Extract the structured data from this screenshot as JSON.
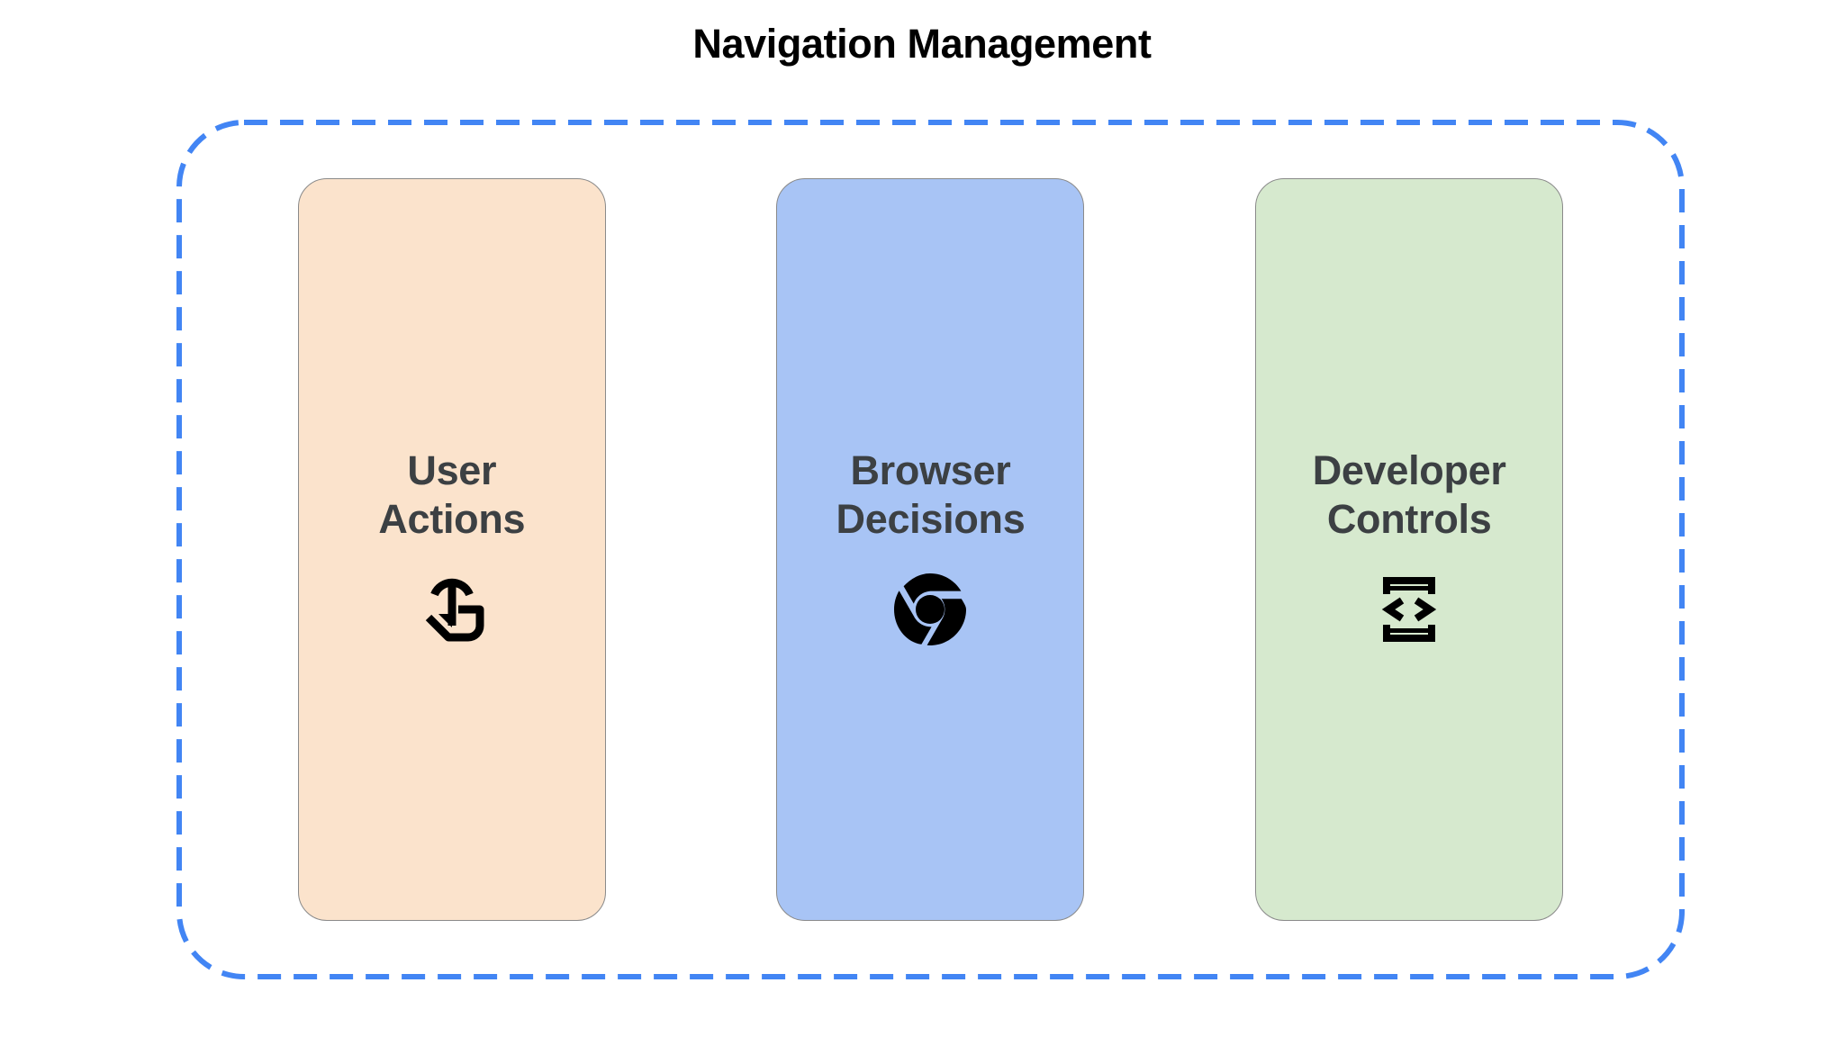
{
  "title": "Navigation Management",
  "colors": {
    "page_background": "#ffffff",
    "title_text": "#000000",
    "container_dash": "#4285f4",
    "card_label_text": "#3c4043",
    "card_border": "#8a8a8a",
    "icon": "#000000"
  },
  "container": {
    "border_style": "dashed",
    "border_color": "#4285f4"
  },
  "cards": [
    {
      "label": "User\nActions",
      "background": "#fbe3cc",
      "icon_name": "touch-app-icon"
    },
    {
      "label": "Browser\nDecisions",
      "background": "#a8c4f5",
      "icon_name": "chrome-logo-icon"
    },
    {
      "label": "Developer\nControls",
      "background": "#d6e9ce",
      "icon_name": "developer-mode-icon"
    }
  ]
}
